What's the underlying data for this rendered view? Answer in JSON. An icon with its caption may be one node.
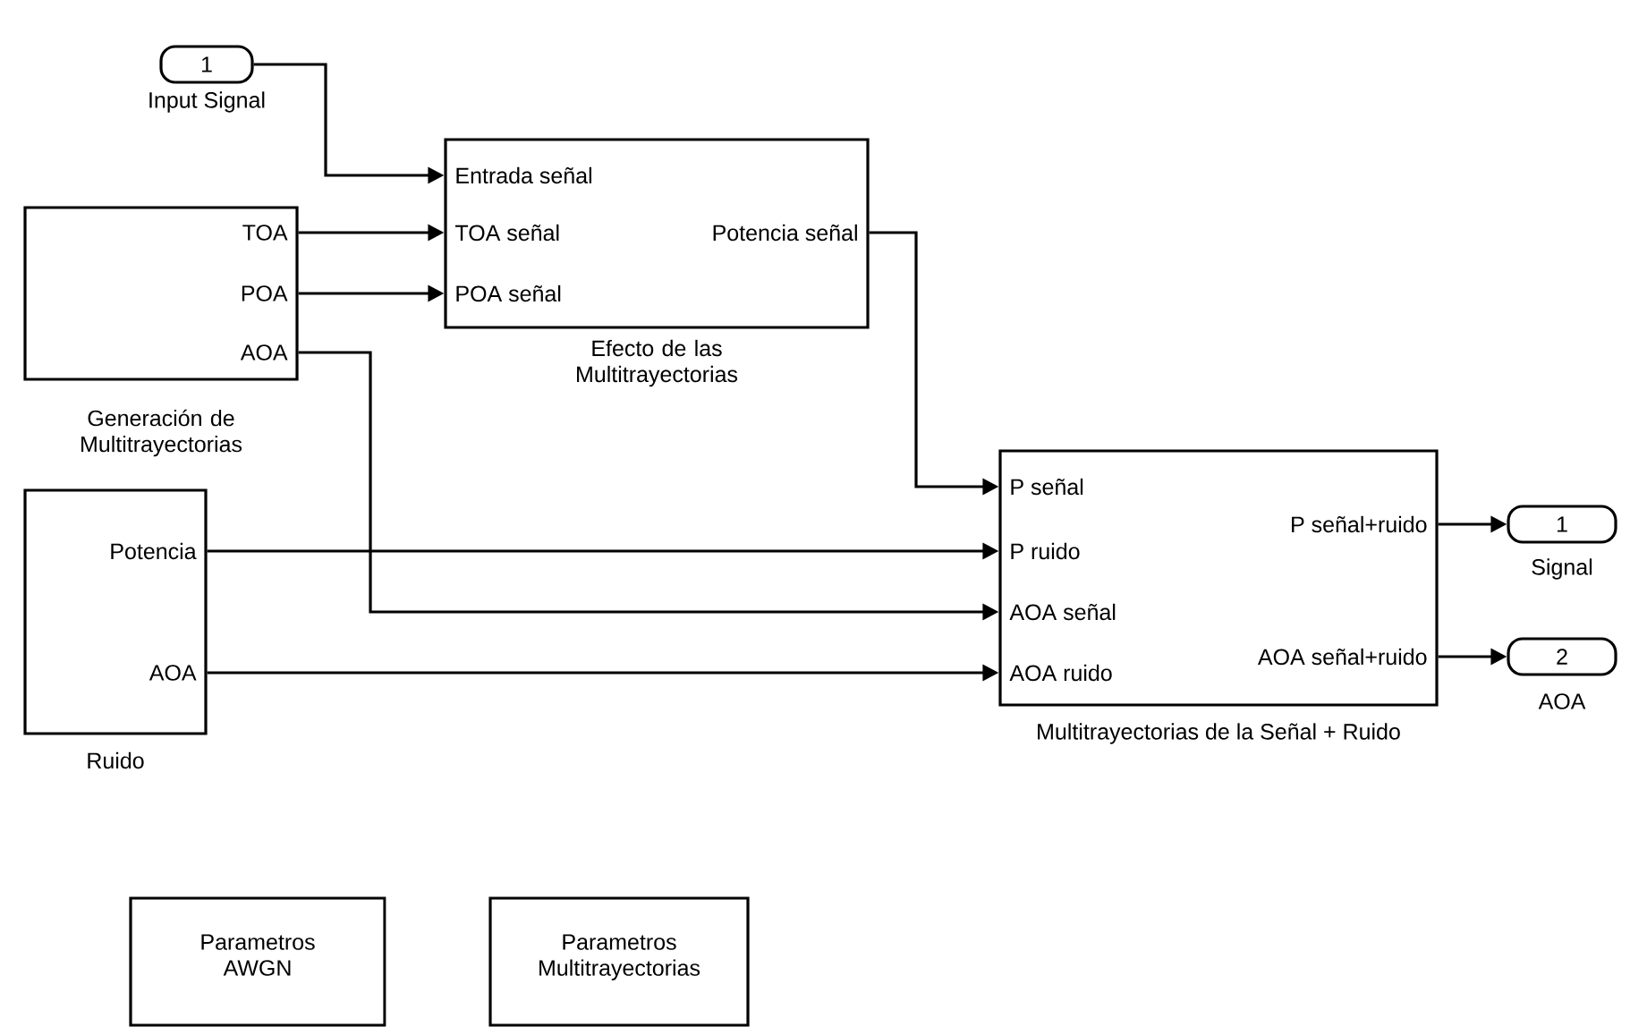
{
  "diagram": {
    "nodes": [
      {
        "text": [
          "1"
        ],
        "beside": [
          "Input Signal"
        ]
      },
      {
        "text": [
          "Entrada señal",
          "TOA señal",
          "POA señal",
          "Potencia señal"
        ],
        "beside": [
          "Efecto de las Multitrayectorias"
        ]
      },
      {
        "text": [
          "TOA",
          "POA",
          "AOA"
        ],
        "beside": [
          "Generación de Multitrayectorias"
        ]
      },
      {
        "text": [
          "Potencia",
          "AOA"
        ],
        "beside": [
          "Ruido"
        ]
      },
      {
        "text": [
          "P señal",
          "P ruido",
          "AOA señal",
          "AOA ruido",
          "P señal+ruido",
          "AOA señal+ruido"
        ],
        "beside": [
          "Multitrayectorias de la Señal + Ruido"
        ]
      },
      {
        "text": [
          "1"
        ],
        "beside": [
          "Signal"
        ]
      },
      {
        "text": [
          "2"
        ],
        "beside": [
          "AOA"
        ]
      },
      {
        "text": [
          "Parametros AWGN"
        ]
      },
      {
        "text": [
          "Parametros Multitrayectorias"
        ]
      }
    ],
    "edges": [
      {
        "from": 0,
        "to": 1,
        "arrow": "to"
      },
      {
        "from": 2,
        "to": 1,
        "arrow": "to"
      },
      {
        "from": 2,
        "to": 1,
        "arrow": "to"
      },
      {
        "from": 1,
        "to": 4,
        "arrow": "to"
      },
      {
        "from": 3,
        "to": 4,
        "arrow": "to"
      },
      {
        "from": 2,
        "to": 4,
        "arrow": "to"
      },
      {
        "from": 3,
        "to": 4,
        "arrow": "to"
      },
      {
        "from": 4,
        "to": 5,
        "arrow": "to"
      },
      {
        "from": 4,
        "to": 6,
        "arrow": "to"
      }
    ]
  }
}
